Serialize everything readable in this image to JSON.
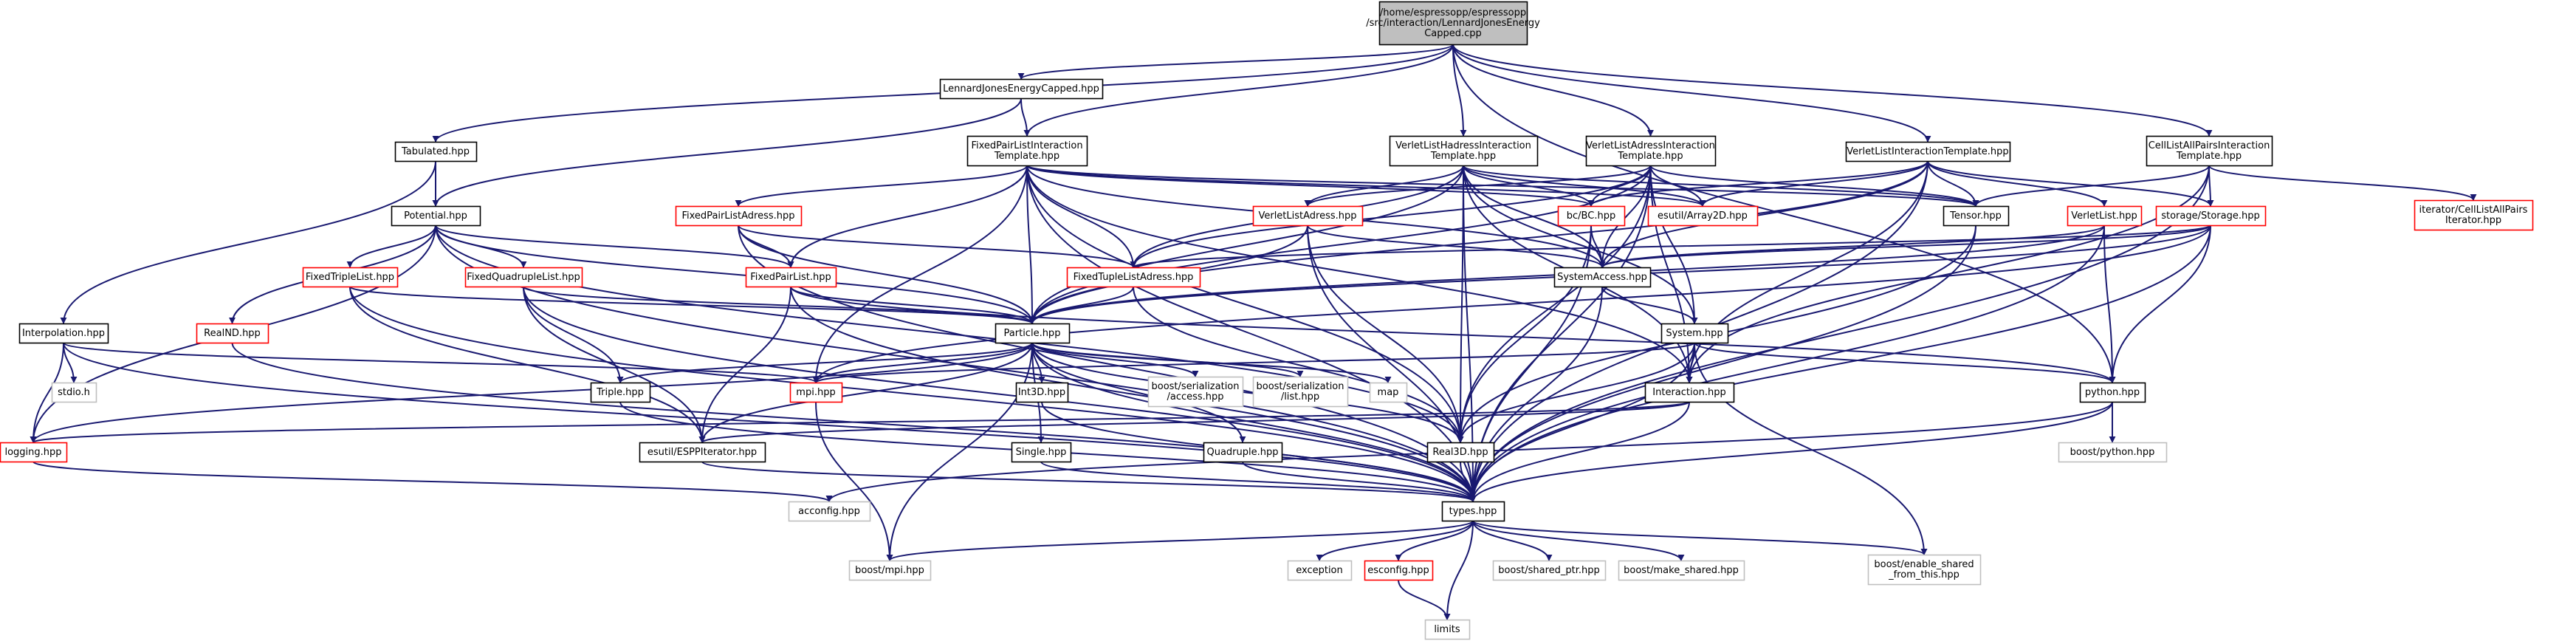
{
  "colors": {
    "edge": "#191970",
    "root_fill": "#bfbfbf",
    "root_stroke": "#000000",
    "doc_stroke": "#000000",
    "undoc_stroke": "#ff0000",
    "sys_stroke": "#bfbfbf",
    "label": "#000000"
  },
  "nodes": [
    {
      "id": "root",
      "lines": [
        "/home/espressopp/espressopp",
        "/src/interaction/LennardJonesEnergy",
        "Capped.cpp"
      ],
      "kind": "root"
    },
    {
      "id": "ljec",
      "lines": [
        "LennardJonesEnergyCapped.hpp"
      ],
      "kind": "doc"
    },
    {
      "id": "tab",
      "lines": [
        "Tabulated.hpp"
      ],
      "kind": "doc"
    },
    {
      "id": "fpli",
      "lines": [
        "FixedPairListInteraction",
        "Template.hpp"
      ],
      "kind": "doc"
    },
    {
      "id": "vllai",
      "lines": [
        "VerletListHadressInteraction",
        "Template.hpp"
      ],
      "kind": "doc"
    },
    {
      "id": "vlai",
      "lines": [
        "VerletListAdressInteraction",
        "Template.hpp"
      ],
      "kind": "doc"
    },
    {
      "id": "vli",
      "lines": [
        "VerletListInteractionTemplate.hpp"
      ],
      "kind": "doc"
    },
    {
      "id": "clap",
      "lines": [
        "CellListAllPairsInteraction",
        "Template.hpp"
      ],
      "kind": "doc"
    },
    {
      "id": "pot",
      "lines": [
        "Potential.hpp"
      ],
      "kind": "doc"
    },
    {
      "id": "fpla",
      "lines": [
        "FixedPairListAdress.hpp"
      ],
      "kind": "undoc"
    },
    {
      "id": "vla",
      "lines": [
        "VerletListAdress.hpp"
      ],
      "kind": "undoc"
    },
    {
      "id": "bc",
      "lines": [
        "bc/BC.hpp"
      ],
      "kind": "undoc"
    },
    {
      "id": "arr",
      "lines": [
        "esutil/Array2D.hpp"
      ],
      "kind": "undoc"
    },
    {
      "id": "tensor",
      "lines": [
        "Tensor.hpp"
      ],
      "kind": "doc"
    },
    {
      "id": "vl",
      "lines": [
        "VerletList.hpp"
      ],
      "kind": "undoc"
    },
    {
      "id": "stor",
      "lines": [
        "storage/Storage.hpp"
      ],
      "kind": "undoc"
    },
    {
      "id": "itcl",
      "lines": [
        "iterator/CellListAllPairs",
        "Iterator.hpp"
      ],
      "kind": "undoc"
    },
    {
      "id": "sysacc",
      "lines": [
        "SystemAccess.hpp"
      ],
      "kind": "doc"
    },
    {
      "id": "ftl",
      "lines": [
        "FixedTripleList.hpp"
      ],
      "kind": "undoc"
    },
    {
      "id": "fql",
      "lines": [
        "FixedQuadrupleList.hpp"
      ],
      "kind": "undoc"
    },
    {
      "id": "fpl",
      "lines": [
        "FixedPairList.hpp"
      ],
      "kind": "undoc"
    },
    {
      "id": "ftla",
      "lines": [
        "FixedTupleListAdress.hpp"
      ],
      "kind": "undoc"
    },
    {
      "id": "interp",
      "lines": [
        "Interpolation.hpp"
      ],
      "kind": "doc"
    },
    {
      "id": "realnd",
      "lines": [
        "RealND.hpp"
      ],
      "kind": "undoc"
    },
    {
      "id": "part",
      "lines": [
        "Particle.hpp"
      ],
      "kind": "doc"
    },
    {
      "id": "system",
      "lines": [
        "System.hpp"
      ],
      "kind": "doc"
    },
    {
      "id": "stdio",
      "lines": [
        "stdio.h"
      ],
      "kind": "sys"
    },
    {
      "id": "triple",
      "lines": [
        "Triple.hpp"
      ],
      "kind": "doc"
    },
    {
      "id": "mpi",
      "lines": [
        "mpi.hpp"
      ],
      "kind": "undoc"
    },
    {
      "id": "int3d",
      "lines": [
        "Int3D.hpp"
      ],
      "kind": "doc"
    },
    {
      "id": "bsa",
      "lines": [
        "boost/serialization",
        "/access.hpp"
      ],
      "kind": "sys"
    },
    {
      "id": "bsl",
      "lines": [
        "boost/serialization",
        "/list.hpp"
      ],
      "kind": "sys"
    },
    {
      "id": "map",
      "lines": [
        "map"
      ],
      "kind": "sys"
    },
    {
      "id": "inter",
      "lines": [
        "Interaction.hpp"
      ],
      "kind": "doc"
    },
    {
      "id": "py",
      "lines": [
        "python.hpp"
      ],
      "kind": "doc"
    },
    {
      "id": "log",
      "lines": [
        "logging.hpp"
      ],
      "kind": "undoc"
    },
    {
      "id": "espp",
      "lines": [
        "esutil/ESPPIterator.hpp"
      ],
      "kind": "doc"
    },
    {
      "id": "single",
      "lines": [
        "Single.hpp"
      ],
      "kind": "doc"
    },
    {
      "id": "quad",
      "lines": [
        "Quadruple.hpp"
      ],
      "kind": "doc"
    },
    {
      "id": "real3d",
      "lines": [
        "Real3D.hpp"
      ],
      "kind": "doc"
    },
    {
      "id": "bpy",
      "lines": [
        "boost/python.hpp"
      ],
      "kind": "sys"
    },
    {
      "id": "acconf",
      "lines": [
        "acconfig.hpp"
      ],
      "kind": "sys"
    },
    {
      "id": "types",
      "lines": [
        "types.hpp"
      ],
      "kind": "doc"
    },
    {
      "id": "bmpi",
      "lines": [
        "boost/mpi.hpp"
      ],
      "kind": "sys"
    },
    {
      "id": "exc",
      "lines": [
        "exception"
      ],
      "kind": "sys"
    },
    {
      "id": "esconf",
      "lines": [
        "esconfig.hpp"
      ],
      "kind": "undoc"
    },
    {
      "id": "bsp",
      "lines": [
        "boost/shared_ptr.hpp"
      ],
      "kind": "sys"
    },
    {
      "id": "bms",
      "lines": [
        "boost/make_shared.hpp"
      ],
      "kind": "sys"
    },
    {
      "id": "bes",
      "lines": [
        "boost/enable_shared",
        "_from_this.hpp"
      ],
      "kind": "sys"
    },
    {
      "id": "limits",
      "lines": [
        "limits"
      ],
      "kind": "sys"
    }
  ]
}
